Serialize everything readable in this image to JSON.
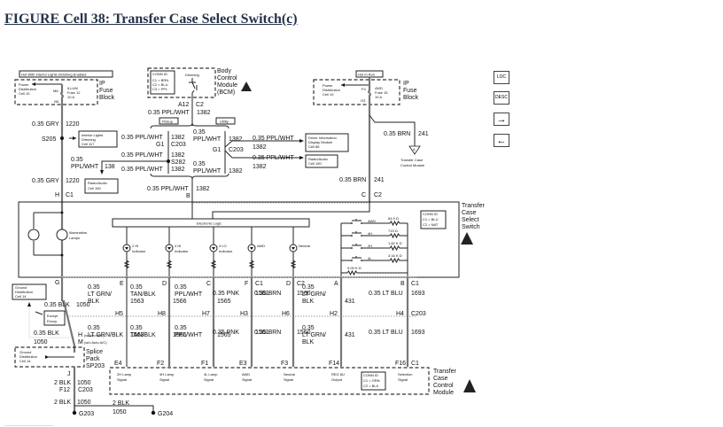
{
  "page": {
    "title": "FIGURE Cell 38: Transfer Case Select Switch(c)"
  },
  "nav": {
    "loc_label": "LOC",
    "desc_label": "DESC",
    "next_icon": "→",
    "prev_icon": "←"
  },
  "fuse_left": {
    "header": "Hot With Interior Lights Dimming Enabled",
    "power_dist": [
      "Power",
      "Distribution",
      "Cell 10"
    ],
    "pin_top": "M8",
    "pin_bottom": "N5",
    "fuse": [
      "ILLUM",
      "Fuse 12",
      "10 A"
    ],
    "block": [
      "IP",
      "Fuse",
      "Block"
    ]
  },
  "fuse_right": {
    "header": "Hot In Run",
    "power_dist": [
      "Power",
      "Distribution",
      "Cell 10"
    ],
    "pin_top": "F4",
    "pin_bottom": "G3",
    "fuse": [
      "4WD",
      "Fuse 15",
      "10 A"
    ],
    "block": [
      "IP",
      "Fuse",
      "Block"
    ]
  },
  "bcm": {
    "conn_id": [
      "CONN ID",
      "C1 = BRN",
      "C2 = BLU",
      "C3 = PPL"
    ],
    "switch_label": "Dimming",
    "name": [
      "Body",
      "Control",
      "Module",
      "(BCM)"
    ],
    "pin": "A12",
    "conn": "C2"
  },
  "wires": {
    "gry_top": {
      "gauge": "0.35 GRY",
      "circuit": "1220"
    },
    "gry_bottom": {
      "gauge": "0.35 GRY",
      "circuit": "1220"
    },
    "splice_s205": "S205",
    "interior_dimming": [
      "Interior Lights",
      "Dimming",
      "Cell 117"
    ],
    "bcm_out": {
      "gauge": "0.35 PPL/WHT",
      "circuit": "1382"
    },
    "pickup": "Pickup",
    "utility": "Utility",
    "pickup_w1": {
      "gauge": "0.35 PPL/WHT",
      "circuit": "1382"
    },
    "pickup_g1": "G1",
    "pickup_c203": "C203",
    "pickup_w2": {
      "gauge": "0.35 PPL/WHT",
      "circuit": "1382"
    },
    "splice_s282": "S282",
    "pickup_w3": {
      "gauge": "0.35 PPL/WHT",
      "circuit": "1382"
    },
    "radio_branch": {
      "gauge1": "0.35",
      "gauge2": "PPL/WHT",
      "circuit": "138"
    },
    "radio_left": [
      "Radio/Audio",
      "Cell 150"
    ],
    "utility_w1": {
      "gauge1": "0.35",
      "gauge2": "PPL/WHT",
      "circuit": "1382"
    },
    "utility_g1": "G1",
    "utility_c203": "C203",
    "utility_w2": {
      "gauge1": "0.35",
      "gauge2": "PPL/WHT",
      "circuit": "1382"
    },
    "dim_branch1": {
      "gauge": "0.35 PPL/WHT",
      "circuit": "1382"
    },
    "dim_branch2": {
      "gauge": "0.35 PPL/WHT",
      "circuit": "1382"
    },
    "dic": [
      "Driver Information",
      "Display Module",
      "Cell 86"
    ],
    "radio_right": [
      "Radio/Audio",
      "Cell 150"
    ],
    "merge": {
      "gauge": "0.35 PPL/WHT",
      "circuit": "1382",
      "pin": "B"
    },
    "brn_branch": {
      "gauge": "0.35 BRN",
      "circuit": "241"
    },
    "tccm_ref": [
      "Transfer Case",
      "Control Module"
    ],
    "tccm_ref_letter": "A",
    "brn_main": {
      "gauge": "0.35 BRN",
      "circuit": "241"
    },
    "h_pin": "H",
    "c1": "C1",
    "c_pin": "C",
    "c2": "C2"
  },
  "switch": {
    "name": [
      "Transfer",
      "Case",
      "Select",
      "Switch"
    ],
    "illum": [
      "Illumination",
      "Lamps"
    ],
    "logic": "Electronic Logic",
    "indicators": [
      {
        "l1": "2 HI",
        "l2": "Indicator"
      },
      {
        "l1": "4 HI",
        "l2": "Indicator"
      },
      {
        "l1": "4 LO",
        "l2": "Indicator"
      },
      {
        "l1": "AWD",
        "l2": ""
      },
      {
        "l1": "Neutral",
        "l2": ""
      }
    ],
    "positions": [
      {
        "label": "AWD",
        "res": "64.9 Ω"
      },
      {
        "label": "4H",
        "res": "715 Ω"
      },
      {
        "label": "2H",
        "res": "1.82 K Ω"
      },
      {
        "label": "4L",
        "res": "3.16 K Ω"
      }
    ],
    "base_res": "9.09 K Ω",
    "conn_id": [
      "CONN ID",
      "C1 = BLU",
      "C2 = NAT"
    ]
  },
  "lower": {
    "g_pin": "G",
    "ground_dist": [
      "Ground",
      "Distribution",
      "Cell 14"
    ],
    "blk_upper": {
      "gauge": "0.35 BLK",
      "circuit": "1050"
    },
    "except": [
      "Except",
      "Envoy"
    ],
    "blk_lower": {
      "gauge": "0.35 BLK",
      "circuit": "1050"
    },
    "h_note": "H",
    "h_note_text": "(w/Auto A/C)",
    "m_note": "M",
    "m_note_text": "(w/o Auto A/C)",
    "ground_dist2": [
      "Ground",
      "Distribution",
      "Cell 14"
    ],
    "splice": [
      "Splice",
      "Pack",
      "SP203"
    ],
    "cols": [
      {
        "top_pin": "E",
        "top_conn": "",
        "up_g1": "0.35",
        "up_g2": "LT GRN/",
        "up_g3": "BLK",
        "up_circ": "1563",
        "mid": "H5",
        "lo_g1": "0.35",
        "lo_g2": "LT GRN/BLK",
        "lo_circ": "1563",
        "bot_pin": "E4",
        "sig1": "2H Lamp",
        "sig2": "Signal"
      },
      {
        "top_pin": "D",
        "top_conn": "",
        "up_g1": "0.35",
        "up_g2": "TAN/BLK",
        "up_circ": "1566",
        "mid": "H8",
        "lo_g1": "0.35",
        "lo_g2": "TAN/BLK",
        "lo_circ": "1566",
        "bot_pin": "F2",
        "sig1": "4H Lamp",
        "sig2": "Signal"
      },
      {
        "top_pin": "C",
        "top_conn": "",
        "up_g1": "0.35",
        "up_g2": "PPL/WHT",
        "up_circ": "1565",
        "mid": "H7",
        "lo_g1": "0.35",
        "lo_g2": "PPL/WHT",
        "lo_circ": "1565",
        "bot_pin": "F1",
        "sig1": "4L Lamp",
        "sig2": "Signal"
      },
      {
        "top_pin": "F",
        "top_conn": "C1",
        "up_g1": "0.35 PNK",
        "up_circ": "1561",
        "mid": "H3",
        "lo_g1": "0.35 PNK",
        "lo_circ": "1561",
        "bot_pin": "E3",
        "sig1": "AWD",
        "sig2": "Signal"
      },
      {
        "top_pin": "D",
        "top_conn": "C2",
        "up_g1": "0.35 BRN",
        "up_circ": "1560",
        "mid": "H6",
        "lo_g1": "0.35 BRN",
        "lo_circ": "1560",
        "bot_pin": "F3",
        "sig1": "Neutral",
        "sig2": "Signal"
      },
      {
        "top_pin": "A",
        "top_conn": "",
        "up_g1": "0.35",
        "up_g2": "LT GRN/",
        "up_g3": "BLK",
        "up_circ": "431",
        "mid": "H2",
        "lo_g1": "0.35",
        "lo_g2": "LT GRN/",
        "lo_g3": "BLK",
        "lo_circ": "431",
        "bot_pin": "F14",
        "sig1": "REG 8U",
        "sig2": "Output"
      },
      {
        "top_pin": "B",
        "top_conn": "C1",
        "up_g1": "0.35 LT BLU",
        "up_circ": "1693",
        "mid": "H4",
        "mid_conn": "C203",
        "lo_g1": "0.35 LT BLU",
        "lo_circ": "1693",
        "bot_pin": "F16",
        "bot_conn": "C1",
        "sig1": "Selection",
        "sig2": "Signal"
      }
    ],
    "tccm_conn_id": [
      "CONN ID",
      "C1 = ORN",
      "C2 = BLK"
    ],
    "tccm_name": [
      "Transfer",
      "Case",
      "Control",
      "Module"
    ],
    "j_pin": "J",
    "blk2_a": {
      "gauge": "2 BLK",
      "circuit": "1050"
    },
    "f12": "F12",
    "c203": "C203",
    "blk2_b": {
      "gauge": "2 BLK",
      "circuit": "1050"
    },
    "g203": "G203",
    "blk2_c": {
      "gauge": "2 BLK",
      "circuit": "1050"
    },
    "g204": "G204"
  }
}
